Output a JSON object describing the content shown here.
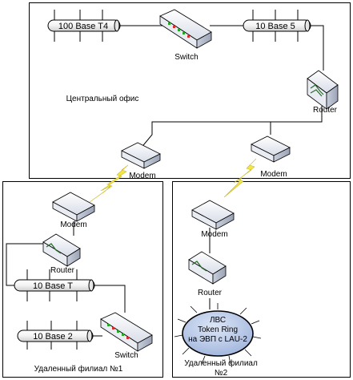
{
  "offices": {
    "central": {
      "label": "Центральный офис"
    },
    "branch1": {
      "label": "Удаленный филиал №1"
    },
    "branch2": {
      "label_line1": "Удаленный филиал",
      "label_line2": "№2"
    }
  },
  "segments": {
    "central_t4": "100 Base T4",
    "central_5": "10 Base 5",
    "branch1_t": "10 Base T",
    "branch1_2": "10 Base 2"
  },
  "devices": {
    "central_switch": "Switch",
    "central_router": "Router",
    "central_modem_left": "Modem",
    "central_modem_right": "Modem",
    "branch1_modem": "Modem",
    "branch1_router": "Router",
    "branch1_switch": "Switch",
    "branch2_modem": "Modem",
    "branch2_router": "Router"
  },
  "token_ring": {
    "line1": "ЛВС",
    "line2": "Token Ring",
    "line3": "на ЭВП с LAU-2"
  },
  "colors": {
    "ring_fill": "#b7c8e8",
    "lightning": "#f2e64a",
    "device_body": "#eef1f8",
    "switch_led_green": "#2aa52a",
    "switch_led_red": "#d43030"
  }
}
